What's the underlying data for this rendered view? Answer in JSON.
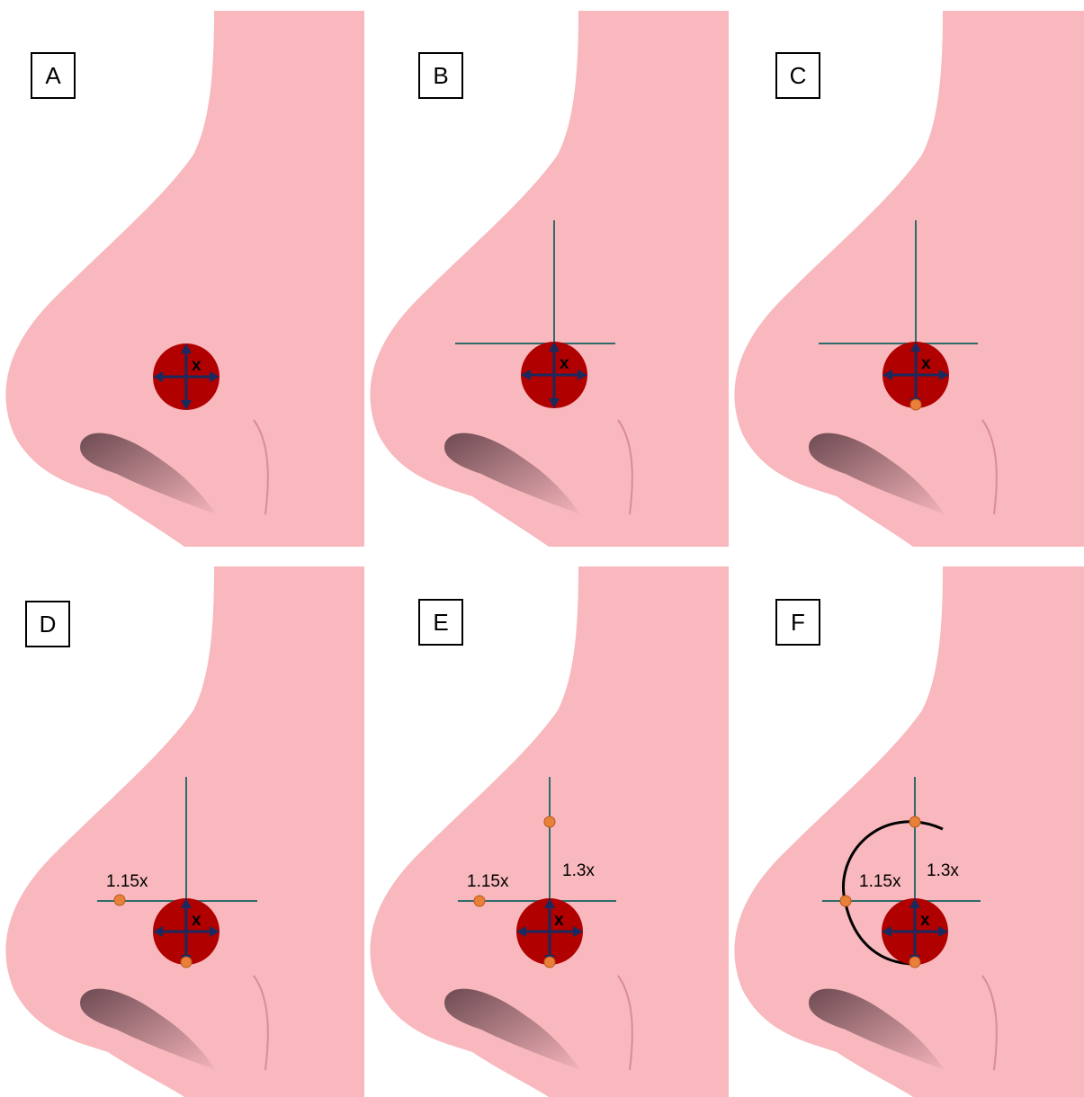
{
  "panels": [
    {
      "label": "A",
      "x_mark": "x"
    },
    {
      "label": "B",
      "x_mark": "x"
    },
    {
      "label": "C",
      "x_mark": "x"
    },
    {
      "label": "D",
      "x_mark": "x",
      "lateral_annotation": "1.15x"
    },
    {
      "label": "E",
      "x_mark": "x",
      "lateral_annotation": "1.15x",
      "superior_annotation": "1.3x"
    },
    {
      "label": "F",
      "x_mark": "x",
      "lateral_annotation": "1.15x",
      "superior_annotation": "1.3x"
    }
  ],
  "colors": {
    "skin": "#f8b8bd",
    "lesion": "#b00000",
    "arrows": "#1a2a5e",
    "guides": "#2e6b6b",
    "points": "#e8803a",
    "arc": "#000000"
  }
}
